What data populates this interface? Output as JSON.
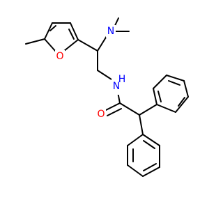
{
  "molecule": {
    "colors": {
      "bond": "#000000",
      "carbon": "#000000",
      "oxygen": "#ff0000",
      "nitrogen": "#0000ff"
    },
    "atoms": {
      "N_amine": {
        "symbol": "N",
        "color": "#0000ff"
      },
      "N_amide": {
        "symbol": "N",
        "color": "#0000ff",
        "hydrogen": "H"
      },
      "O_furan": {
        "symbol": "O",
        "color": "#ff0000"
      },
      "O_carbonyl": {
        "symbol": "O",
        "color": "#ff0000"
      }
    }
  }
}
